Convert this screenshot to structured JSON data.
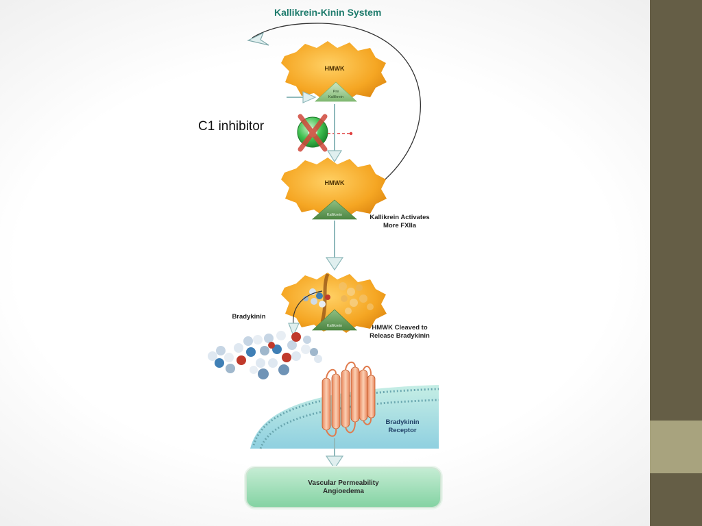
{
  "title": "Kallikrein-Kinin System",
  "c1_label": "C1 inhibitor",
  "complexes": [
    {
      "protein": "HMWK",
      "enzyme_line1": "Pre",
      "enzyme_line2": "Kallikrein"
    },
    {
      "protein": "HMWK",
      "enzyme_line1": "Kallikrein",
      "enzyme_line2": ""
    },
    {
      "protein": "",
      "enzyme_line1": "Kallikrein",
      "enzyme_line2": ""
    }
  ],
  "notes": {
    "activates_line1": "Kallikrein Activates",
    "activates_line2": "More FXIIa",
    "cleaved_line1": "HMWK Cleaved to",
    "cleaved_line2": "Release Bradykinin",
    "bradykinin": "Bradykinin",
    "receptor_line1": "Bradykinin",
    "receptor_line2": "Receptor"
  },
  "outcome": {
    "line1": "Vascular Permeability",
    "line2": "Angioedema"
  },
  "colors": {
    "accent_bar": "#655e46",
    "accent_block": "#a8a37e",
    "title": "#1e7b6c",
    "protein": "#f5a623",
    "enzyme": "#5f9a57",
    "inhibit_x": "#c0392b"
  }
}
